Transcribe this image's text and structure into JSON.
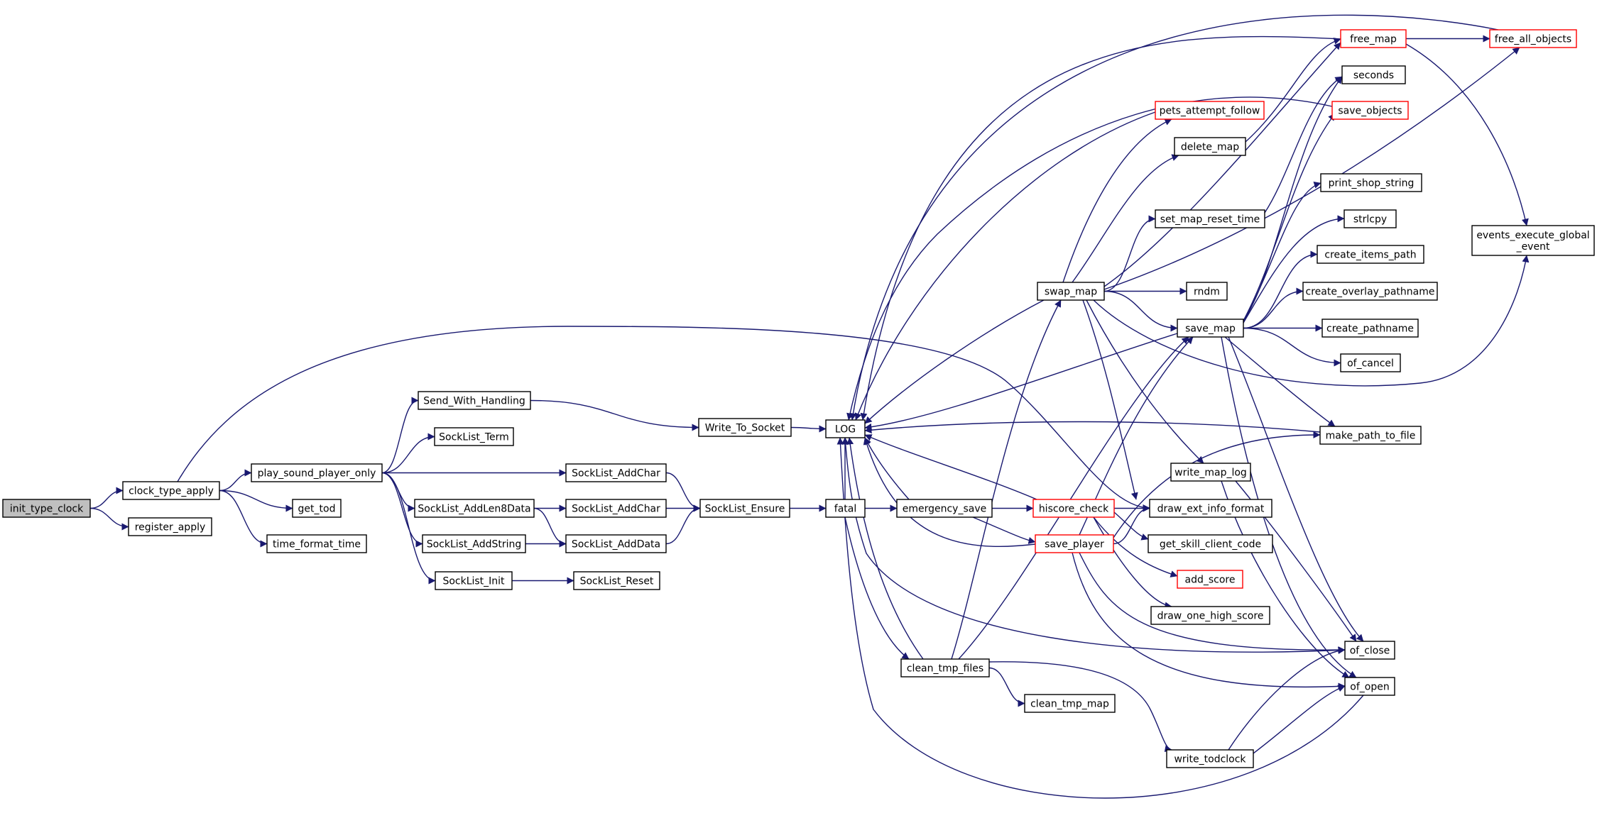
{
  "colors": {
    "edge": "#191970",
    "node_border": "#000000",
    "truncated_border": "#ff0000",
    "root_fill": "#bfbfbf",
    "node_fill": "#ffffff"
  },
  "graph": {
    "root": "init_type_clock",
    "nodes": [
      {
        "id": "init_type_clock",
        "label": "init_type_clock",
        "root": true
      },
      {
        "id": "clock_type_apply",
        "label": "clock_type_apply"
      },
      {
        "id": "register_apply",
        "label": "register_apply"
      },
      {
        "id": "play_sound_player_only",
        "label": "play_sound_player_only"
      },
      {
        "id": "get_tod",
        "label": "get_tod"
      },
      {
        "id": "time_format_time",
        "label": "time_format_time"
      },
      {
        "id": "Send_With_Handling",
        "label": "Send_With_Handling"
      },
      {
        "id": "SockList_Term",
        "label": "SockList_Term"
      },
      {
        "id": "SockList_AddLen8Data",
        "label": "SockList_AddLen8Data"
      },
      {
        "id": "SockList_AddString",
        "label": "SockList_AddString"
      },
      {
        "id": "SockList_Init",
        "label": "SockList_Init"
      },
      {
        "id": "SockList_AddChar_a",
        "label": "SockList_AddChar"
      },
      {
        "id": "SockList_AddChar_b",
        "label": "SockList_AddChar"
      },
      {
        "id": "SockList_AddData",
        "label": "SockList_AddData"
      },
      {
        "id": "SockList_Reset",
        "label": "SockList_Reset"
      },
      {
        "id": "Write_To_Socket",
        "label": "Write_To_Socket"
      },
      {
        "id": "SockList_Ensure",
        "label": "SockList_Ensure"
      },
      {
        "id": "LOG",
        "label": "LOG"
      },
      {
        "id": "fatal",
        "label": "fatal"
      },
      {
        "id": "emergency_save",
        "label": "emergency_save"
      },
      {
        "id": "clean_tmp_files",
        "label": "clean_tmp_files"
      },
      {
        "id": "swap_map",
        "label": "swap_map"
      },
      {
        "id": "hiscore_check",
        "label": "hiscore_check",
        "truncated": true
      },
      {
        "id": "save_player",
        "label": "save_player",
        "truncated": true
      },
      {
        "id": "clean_tmp_map",
        "label": "clean_tmp_map"
      },
      {
        "id": "pets_attempt_follow",
        "label": "pets_attempt_follow",
        "truncated": true
      },
      {
        "id": "delete_map",
        "label": "delete_map"
      },
      {
        "id": "set_map_reset_time",
        "label": "set_map_reset_time"
      },
      {
        "id": "rndm",
        "label": "rndm"
      },
      {
        "id": "save_map",
        "label": "save_map"
      },
      {
        "id": "write_map_log",
        "label": "write_map_log"
      },
      {
        "id": "draw_ext_info_format",
        "label": "draw_ext_info_format"
      },
      {
        "id": "get_skill_client_code",
        "label": "get_skill_client_code"
      },
      {
        "id": "add_score",
        "label": "add_score",
        "truncated": true
      },
      {
        "id": "draw_one_high_score",
        "label": "draw_one_high_score"
      },
      {
        "id": "write_todclock",
        "label": "write_todclock"
      },
      {
        "id": "free_map",
        "label": "free_map",
        "truncated": true
      },
      {
        "id": "seconds",
        "label": "seconds"
      },
      {
        "id": "save_objects",
        "label": "save_objects",
        "truncated": true
      },
      {
        "id": "print_shop_string",
        "label": "print_shop_string"
      },
      {
        "id": "strlcpy",
        "label": "strlcpy"
      },
      {
        "id": "create_items_path",
        "label": "create_items_path"
      },
      {
        "id": "create_overlay_pathname",
        "label": "create_overlay_pathname"
      },
      {
        "id": "create_pathname",
        "label": "create_pathname"
      },
      {
        "id": "of_cancel",
        "label": "of_cancel"
      },
      {
        "id": "make_path_to_file",
        "label": "make_path_to_file"
      },
      {
        "id": "of_close",
        "label": "of_close"
      },
      {
        "id": "of_open",
        "label": "of_open"
      },
      {
        "id": "free_all_objects",
        "label": "free_all_objects",
        "truncated": true
      },
      {
        "id": "events_execute_global_event",
        "label": "events_execute_global\n_event"
      }
    ],
    "edges": [
      [
        "init_type_clock",
        "clock_type_apply"
      ],
      [
        "init_type_clock",
        "register_apply"
      ],
      [
        "clock_type_apply",
        "play_sound_player_only"
      ],
      [
        "clock_type_apply",
        "get_tod"
      ],
      [
        "clock_type_apply",
        "time_format_time"
      ],
      [
        "clock_type_apply",
        "draw_ext_info_format"
      ],
      [
        "play_sound_player_only",
        "Send_With_Handling"
      ],
      [
        "play_sound_player_only",
        "SockList_Term"
      ],
      [
        "play_sound_player_only",
        "SockList_AddChar_a"
      ],
      [
        "play_sound_player_only",
        "SockList_AddLen8Data"
      ],
      [
        "play_sound_player_only",
        "SockList_AddString"
      ],
      [
        "play_sound_player_only",
        "SockList_Init"
      ],
      [
        "Send_With_Handling",
        "Write_To_Socket"
      ],
      [
        "SockList_AddChar_a",
        "SockList_Ensure"
      ],
      [
        "SockList_AddLen8Data",
        "SockList_AddChar_b"
      ],
      [
        "SockList_AddLen8Data",
        "SockList_AddData"
      ],
      [
        "SockList_AddString",
        "SockList_AddData"
      ],
      [
        "SockList_Init",
        "SockList_Reset"
      ],
      [
        "SockList_AddChar_b",
        "SockList_Ensure"
      ],
      [
        "SockList_AddData",
        "SockList_Ensure"
      ],
      [
        "Write_To_Socket",
        "LOG"
      ],
      [
        "SockList_Ensure",
        "fatal"
      ],
      [
        "fatal",
        "LOG"
      ],
      [
        "fatal",
        "emergency_save"
      ],
      [
        "fatal",
        "clean_tmp_files"
      ],
      [
        "emergency_save",
        "LOG"
      ],
      [
        "emergency_save",
        "hiscore_check"
      ],
      [
        "emergency_save",
        "save_player"
      ],
      [
        "clean_tmp_files",
        "LOG"
      ],
      [
        "clean_tmp_files",
        "swap_map"
      ],
      [
        "clean_tmp_files",
        "save_map"
      ],
      [
        "clean_tmp_files",
        "clean_tmp_map"
      ],
      [
        "clean_tmp_files",
        "write_todclock"
      ],
      [
        "swap_map",
        "LOG"
      ],
      [
        "swap_map",
        "pets_attempt_follow"
      ],
      [
        "swap_map",
        "delete_map"
      ],
      [
        "swap_map",
        "set_map_reset_time"
      ],
      [
        "swap_map",
        "rndm"
      ],
      [
        "swap_map",
        "save_map"
      ],
      [
        "swap_map",
        "write_map_log"
      ],
      [
        "swap_map",
        "draw_ext_info_format"
      ],
      [
        "swap_map",
        "free_map"
      ],
      [
        "swap_map",
        "free_all_objects"
      ],
      [
        "swap_map",
        "events_execute_global_event"
      ],
      [
        "hiscore_check",
        "LOG"
      ],
      [
        "hiscore_check",
        "draw_ext_info_format"
      ],
      [
        "hiscore_check",
        "get_skill_client_code"
      ],
      [
        "hiscore_check",
        "add_score"
      ],
      [
        "hiscore_check",
        "draw_one_high_score"
      ],
      [
        "save_player",
        "LOG"
      ],
      [
        "save_player",
        "draw_ext_info_format"
      ],
      [
        "save_player",
        "save_map"
      ],
      [
        "save_player",
        "make_path_to_file"
      ],
      [
        "save_player",
        "of_close"
      ],
      [
        "save_player",
        "of_open"
      ],
      [
        "delete_map",
        "free_map"
      ],
      [
        "set_map_reset_time",
        "seconds"
      ],
      [
        "save_map",
        "LOG"
      ],
      [
        "save_map",
        "seconds"
      ],
      [
        "save_map",
        "save_objects"
      ],
      [
        "save_map",
        "print_shop_string"
      ],
      [
        "save_map",
        "strlcpy"
      ],
      [
        "save_map",
        "create_items_path"
      ],
      [
        "save_map",
        "create_overlay_pathname"
      ],
      [
        "save_map",
        "create_pathname"
      ],
      [
        "save_map",
        "of_cancel"
      ],
      [
        "save_map",
        "make_path_to_file"
      ],
      [
        "save_map",
        "of_close"
      ],
      [
        "save_map",
        "of_open"
      ],
      [
        "write_map_log",
        "of_close"
      ],
      [
        "write_map_log",
        "of_open"
      ],
      [
        "write_todclock",
        "of_close"
      ],
      [
        "write_todclock",
        "of_open"
      ],
      [
        "free_map",
        "LOG"
      ],
      [
        "free_map",
        "free_all_objects"
      ],
      [
        "free_map",
        "events_execute_global_event"
      ],
      [
        "free_all_objects",
        "LOG"
      ],
      [
        "save_objects",
        "LOG"
      ],
      [
        "pets_attempt_follow",
        "LOG"
      ],
      [
        "make_path_to_file",
        "LOG"
      ],
      [
        "of_close",
        "LOG"
      ],
      [
        "of_open",
        "LOG"
      ]
    ]
  }
}
